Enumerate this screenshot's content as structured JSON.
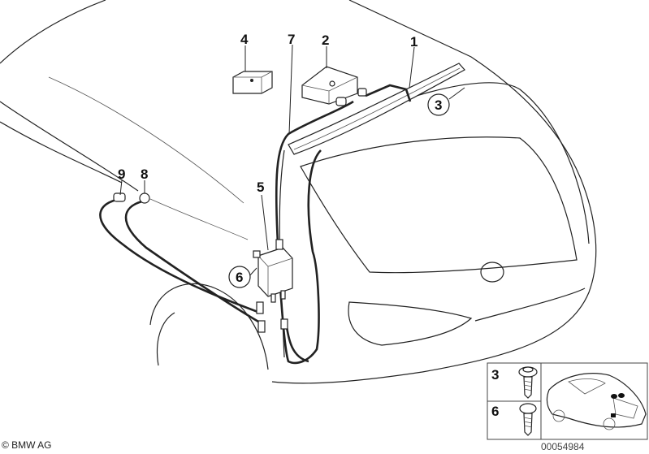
{
  "diagram": {
    "callouts": [
      "1",
      "2",
      "3",
      "4",
      "5",
      "6",
      "7",
      "8",
      "9"
    ],
    "legend": {
      "items": [
        {
          "number": "3",
          "part": "screw-icon"
        },
        {
          "number": "6",
          "part": "screw-icon"
        }
      ]
    },
    "copyright": "© BMW AG",
    "drawing_number": "00054984"
  }
}
